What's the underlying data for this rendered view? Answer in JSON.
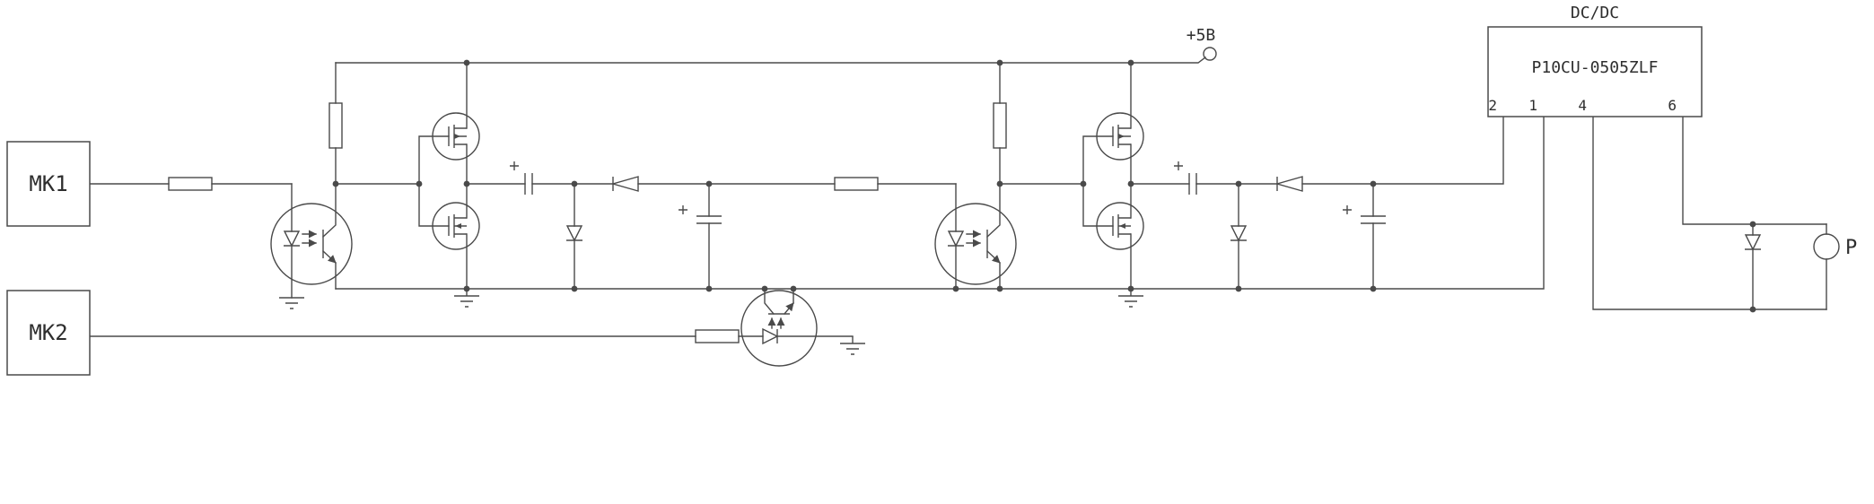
{
  "schematic": {
    "blocks": {
      "mk1": "MK1",
      "mk2": "MK2"
    },
    "power": {
      "supply": "+5В"
    },
    "converter": {
      "type_label": "DC/DC",
      "part_number": "P10CU-0505ZLF",
      "pins": [
        "2",
        "1",
        "4",
        "6"
      ]
    },
    "output": {
      "label": "P"
    }
  }
}
